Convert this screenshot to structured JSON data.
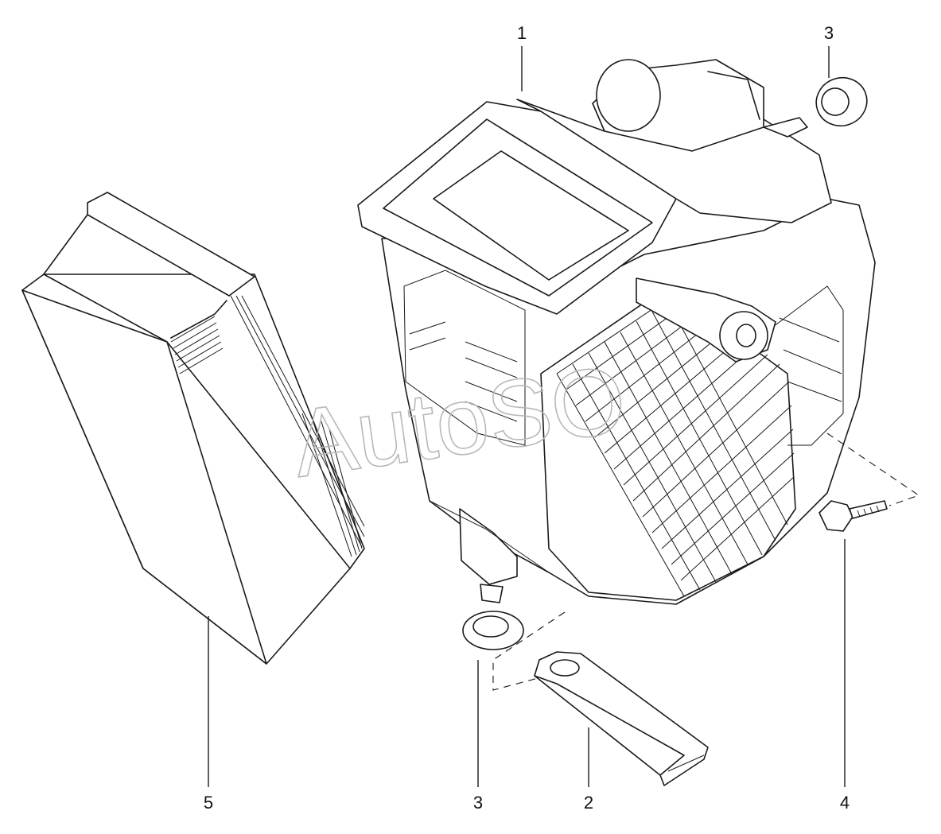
{
  "diagram": {
    "watermark": "AutoSO",
    "callouts": [
      {
        "id": "c1",
        "label": "1"
      },
      {
        "id": "c3a",
        "label": "3"
      },
      {
        "id": "c3b",
        "label": "3"
      },
      {
        "id": "c4",
        "label": "4"
      },
      {
        "id": "c2",
        "label": "2"
      },
      {
        "id": "c5",
        "label": "5"
      }
    ]
  }
}
